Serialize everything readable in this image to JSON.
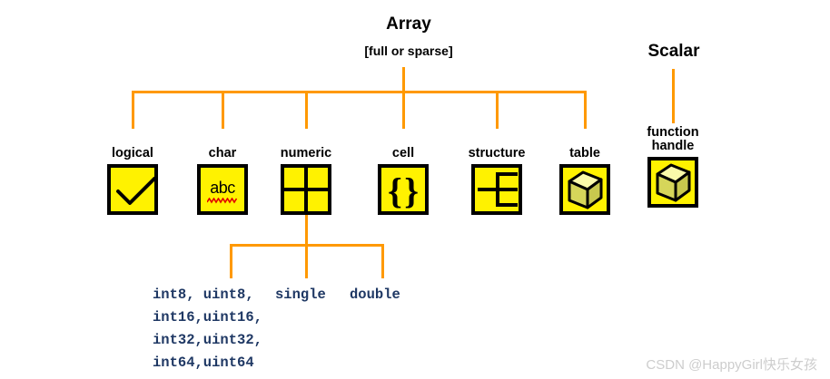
{
  "diagram": {
    "title": "Array",
    "subtitle": "[full or sparse]",
    "secondary_root": "Scalar",
    "connector_color": "#FF9900",
    "icon_fill_color": "#FFF200",
    "icon_border_color": "#000000",
    "subtype_text_color": "#1F3864"
  },
  "array_types": [
    {
      "label": "logical",
      "icon": "checkmark-icon"
    },
    {
      "label": "char",
      "icon": "abc-text-icon",
      "icon_text": "abc"
    },
    {
      "label": "numeric",
      "icon": "grid-2x2-icon"
    },
    {
      "label": "cell",
      "icon": "curly-braces-icon",
      "icon_text": "{ }"
    },
    {
      "label": "structure",
      "icon": "tree-branch-icon"
    },
    {
      "label": "table",
      "icon": "cube-icon"
    }
  ],
  "scalar_types": [
    {
      "label": "function\nhandle",
      "icon": "cube-icon"
    }
  ],
  "numeric_subtypes": {
    "integers": "int8, uint8,\nint16,uint16,\nint32,uint32,\nint64,uint64",
    "single": "single",
    "double": "double"
  },
  "watermark": "CSDN @HappyGirl快乐女孩"
}
